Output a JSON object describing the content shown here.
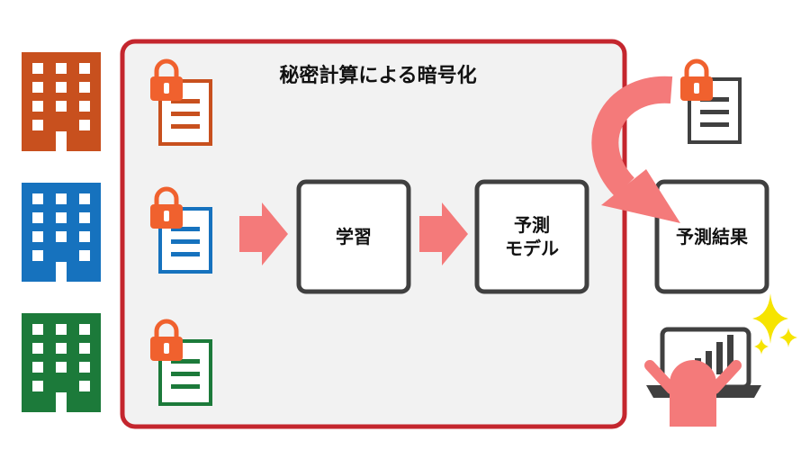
{
  "diagram": {
    "title": "秘密計算による暗号化",
    "nodes": {
      "learning": "学習",
      "model": "予測\nモデル",
      "result": "予測結果"
    },
    "colors": {
      "org_orange": "#C8501E",
      "org_blue": "#1672BE",
      "org_green": "#1C7A3A",
      "lock": "#F0612E",
      "frame_red": "#C4262E",
      "frame_fill": "#F2F2F2",
      "arrow": "#F47A7A",
      "box_border": "#404040",
      "sparkle": "#F6E400"
    }
  }
}
